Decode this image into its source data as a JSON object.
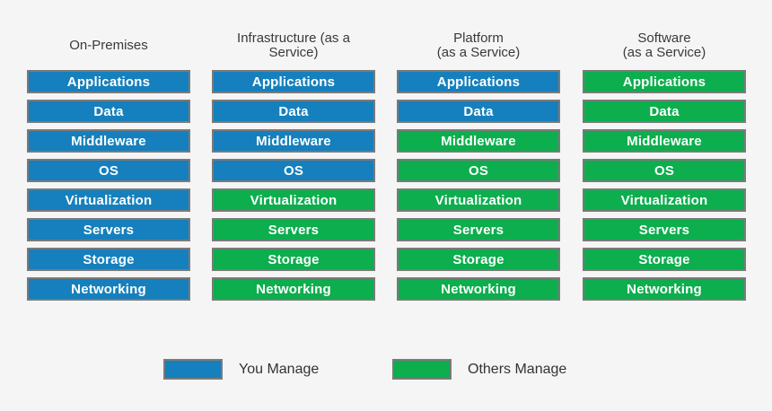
{
  "diagram": {
    "background_color": "#f5f5f5",
    "colors": {
      "you_manage": "#1580bd",
      "others_manage": "#0cae4d",
      "bar_border": "#7a7a7a",
      "header_text": "#3a3a3a",
      "bar_text": "#ffffff"
    },
    "columns": [
      {
        "id": "on-premises",
        "header_line1": "On-Premises",
        "header_line2": "",
        "layers": [
          {
            "label": "Applications",
            "managed_by": "you",
            "color": "#1580bd"
          },
          {
            "label": "Data",
            "managed_by": "you",
            "color": "#1580bd"
          },
          {
            "label": "Middleware",
            "managed_by": "you",
            "color": "#1580bd"
          },
          {
            "label": "OS",
            "managed_by": "you",
            "color": "#1580bd"
          },
          {
            "label": "Virtualization",
            "managed_by": "you",
            "color": "#1580bd"
          },
          {
            "label": "Servers",
            "managed_by": "you",
            "color": "#1580bd"
          },
          {
            "label": "Storage",
            "managed_by": "you",
            "color": "#1580bd"
          },
          {
            "label": "Networking",
            "managed_by": "you",
            "color": "#1580bd"
          }
        ]
      },
      {
        "id": "iaas",
        "header_line1": "Infrastructure (as a",
        "header_line2": "Service)",
        "layers": [
          {
            "label": "Applications",
            "managed_by": "you",
            "color": "#1580bd"
          },
          {
            "label": "Data",
            "managed_by": "you",
            "color": "#1580bd"
          },
          {
            "label": "Middleware",
            "managed_by": "you",
            "color": "#1580bd"
          },
          {
            "label": "OS",
            "managed_by": "you",
            "color": "#1580bd"
          },
          {
            "label": "Virtualization",
            "managed_by": "others",
            "color": "#0cae4d"
          },
          {
            "label": "Servers",
            "managed_by": "others",
            "color": "#0cae4d"
          },
          {
            "label": "Storage",
            "managed_by": "others",
            "color": "#0cae4d"
          },
          {
            "label": "Networking",
            "managed_by": "others",
            "color": "#0cae4d"
          }
        ]
      },
      {
        "id": "paas",
        "header_line1": "Platform",
        "header_line2": "(as a Service)",
        "layers": [
          {
            "label": "Applications",
            "managed_by": "you",
            "color": "#1580bd"
          },
          {
            "label": "Data",
            "managed_by": "you",
            "color": "#1580bd"
          },
          {
            "label": "Middleware",
            "managed_by": "others",
            "color": "#0cae4d"
          },
          {
            "label": "OS",
            "managed_by": "others",
            "color": "#0cae4d"
          },
          {
            "label": "Virtualization",
            "managed_by": "others",
            "color": "#0cae4d"
          },
          {
            "label": "Servers",
            "managed_by": "others",
            "color": "#0cae4d"
          },
          {
            "label": "Storage",
            "managed_by": "others",
            "color": "#0cae4d"
          },
          {
            "label": "Networking",
            "managed_by": "others",
            "color": "#0cae4d"
          }
        ]
      },
      {
        "id": "saas",
        "header_line1": "Software",
        "header_line2": "(as a Service)",
        "layers": [
          {
            "label": "Applications",
            "managed_by": "others",
            "color": "#0cae4d"
          },
          {
            "label": "Data",
            "managed_by": "others",
            "color": "#0cae4d"
          },
          {
            "label": "Middleware",
            "managed_by": "others",
            "color": "#0cae4d"
          },
          {
            "label": "OS",
            "managed_by": "others",
            "color": "#0cae4d"
          },
          {
            "label": "Virtualization",
            "managed_by": "others",
            "color": "#0cae4d"
          },
          {
            "label": "Servers",
            "managed_by": "others",
            "color": "#0cae4d"
          },
          {
            "label": "Storage",
            "managed_by": "others",
            "color": "#0cae4d"
          },
          {
            "label": "Networking",
            "managed_by": "others",
            "color": "#0cae4d"
          }
        ]
      }
    ],
    "legend": {
      "items": [
        {
          "label": "You Manage",
          "color": "#1580bd"
        },
        {
          "label": "Others Manage",
          "color": "#0cae4d"
        }
      ]
    }
  }
}
